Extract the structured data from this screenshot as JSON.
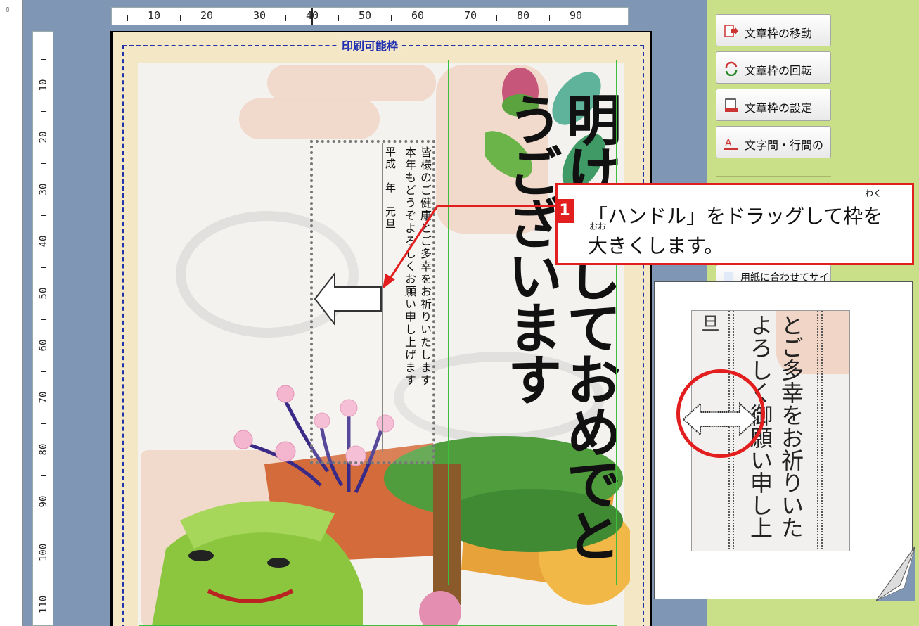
{
  "ruler_top": {
    "labels": [
      "10",
      "20",
      "30",
      "40",
      "50",
      "60",
      "70",
      "80",
      "90"
    ]
  },
  "ruler_left": {
    "labels": [
      "10",
      "20",
      "30",
      "40",
      "50",
      "60",
      "70",
      "80",
      "90",
      "100",
      "110"
    ]
  },
  "printable_area_label": "印刷可能枠",
  "greeting": {
    "big_text": "明けましておめでとうございます",
    "line1": "皆様のご健康とご多幸をお祈りいたします",
    "line2": "本年もどうぞよろしくお願い申し上げます",
    "line3": "平成　年　元旦"
  },
  "sidebar": {
    "buttons": [
      {
        "label": "文章枠の移動",
        "icon": "move-frame-icon"
      },
      {
        "label": "文章枠の回転",
        "icon": "rotate-frame-icon"
      },
      {
        "label": "文章枠の設定",
        "icon": "frame-settings-icon"
      },
      {
        "label": "文字間・行間の",
        "icon": "spacing-icon"
      }
    ],
    "fit_button": "用紙に合わせてサイズ"
  },
  "callout": {
    "number": "1",
    "line1": "「ハンドル」をドラッグして枠を",
    "line2": "大きくします。",
    "ruby_waku": "わく",
    "ruby_oo": "おお"
  },
  "zoom": {
    "text_col0": "旦",
    "text_col1": "よろしく御願い申し上",
    "text_col2": "とご多幸をお祈りいた"
  },
  "colors": {
    "accent_red": "#e21e1e",
    "sidebar_green": "#c9df88",
    "workspace_blue": "#7f96b4",
    "printable_blue": "#2030b0"
  }
}
